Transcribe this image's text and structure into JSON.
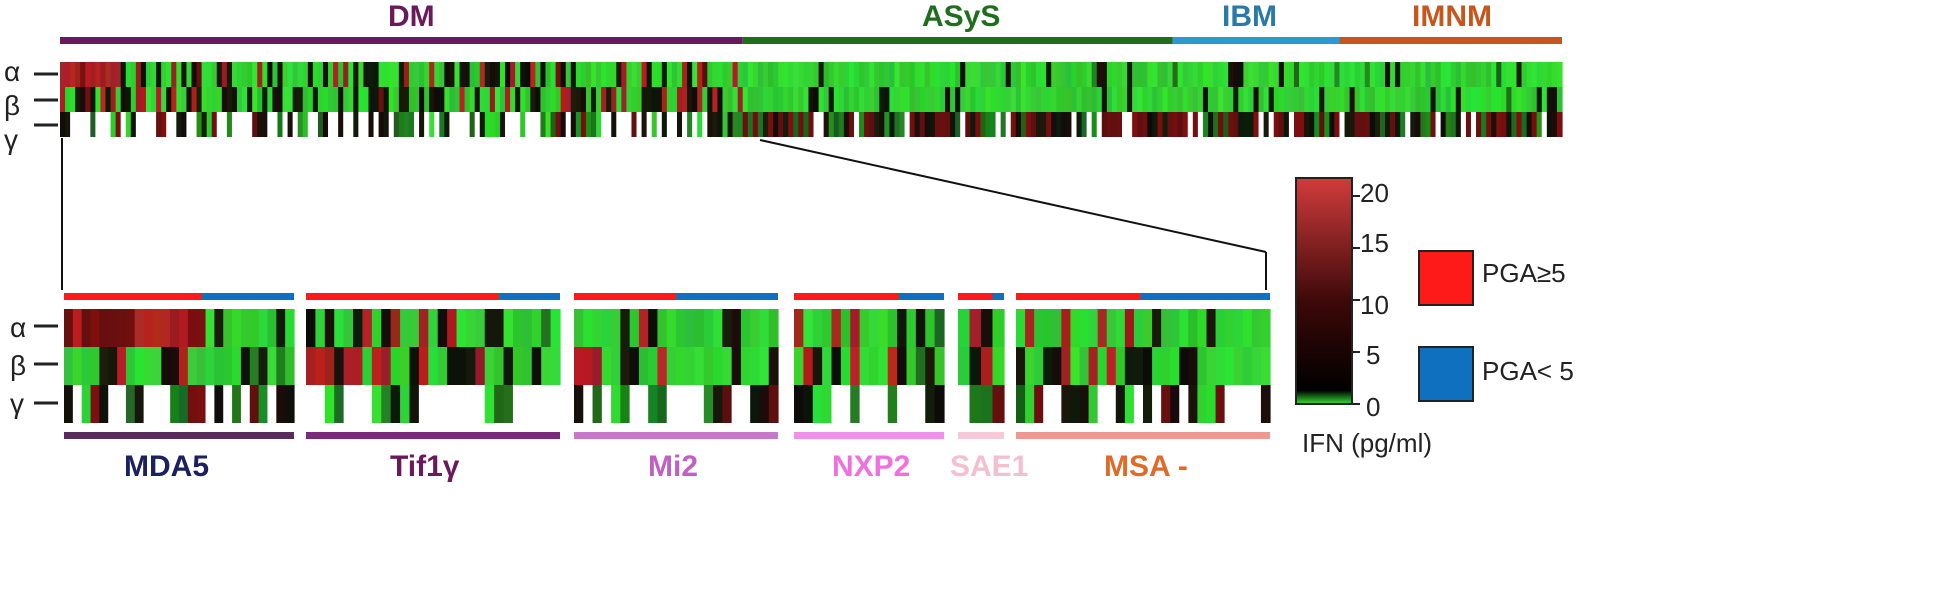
{
  "chart_data": {
    "type": "heatmap",
    "row_labels": [
      "α",
      "β",
      "γ"
    ],
    "colorbar": {
      "label": "IFN (pg/ml)",
      "ticks": [
        20,
        15,
        10,
        5,
        0
      ],
      "min": 0,
      "max": 20,
      "colors": [
        "#2fd12f",
        "#000000",
        "#5a0c0c",
        "#d03a3a"
      ]
    },
    "legend": [
      {
        "label": "PGA≥5",
        "color": "#ff1a1a"
      },
      {
        "label": "PGA< 5",
        "color": "#1070c0"
      }
    ],
    "top_panel": {
      "groups": [
        {
          "name": "DM",
          "color": "#6a1a5a",
          "columns": 135
        },
        {
          "name": "ASyS",
          "color": "#1e6e1e",
          "columns": 85
        },
        {
          "name": "IBM",
          "color": "#2a9ad0",
          "columns": 33
        },
        {
          "name": "IMNM",
          "color": "#c8561c",
          "columns": 44
        }
      ]
    },
    "bottom_panel": {
      "subgroups": [
        {
          "name": "MDA5",
          "color": "#1a2060",
          "bar_color": "#5a2a5a",
          "columns": 26,
          "pga_high_fraction": 0.6
        },
        {
          "name": "Tif1γ",
          "color": "#6a1a5a",
          "bar_color": "#7a2a7a",
          "columns": 27,
          "pga_high_fraction": 0.76
        },
        {
          "name": "Mi2",
          "color": "#c060c0",
          "bar_color": "#c878c8",
          "columns": 22,
          "pga_high_fraction": 0.5
        },
        {
          "name": "NXP2",
          "color": "#f070e0",
          "bar_color": "#f090e8",
          "columns": 16,
          "pga_high_fraction": 0.7
        },
        {
          "name": "SAE1",
          "color": "#f4c0d0",
          "bar_color": "#f6c8d8",
          "columns": 4,
          "pga_high_fraction": 0.75
        },
        {
          "name": "MSA -",
          "color": "#e06a28",
          "bar_color": "#f09890",
          "columns": 28,
          "pga_high_fraction": 0.49
        }
      ]
    }
  }
}
